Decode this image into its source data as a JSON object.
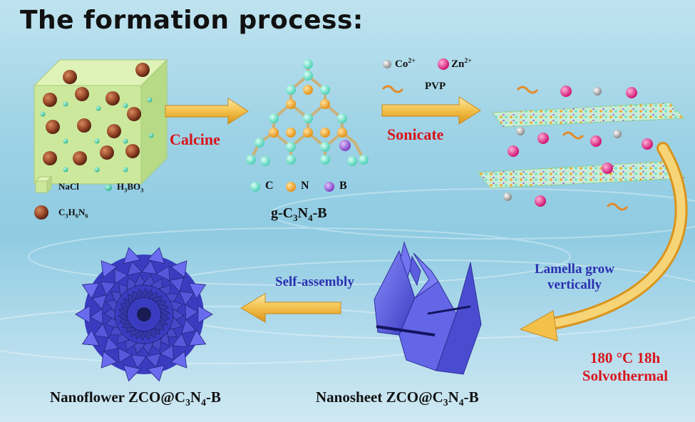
{
  "title": "The formation process:",
  "steps": {
    "calcine": "Calcine",
    "sonicate": "Sonicate",
    "self_assembly": "Self-assembly",
    "lamella_line1": "Lamella grow",
    "lamella_line2": "vertically",
    "solvo_line1": "180 °C 18h",
    "solvo_line2": "Solvothermal"
  },
  "legend_left": {
    "nacl": "NaCl",
    "h3bo3": {
      "main": "H",
      "sub1": "3",
      "mid": "BO",
      "sub2": "3"
    },
    "melamine": {
      "c": "C",
      "c_sub": "3",
      "h": "H",
      "h_sub": "6",
      "n": "N",
      "n_sub": "6"
    }
  },
  "legend_atoms": {
    "c": "C",
    "n": "N",
    "b": "B"
  },
  "material_gcn": {
    "pre": "g-C",
    "s1": "3",
    "mid": "N",
    "s2": "4",
    "post": "-B"
  },
  "ions": {
    "co": "Co",
    "co_sup": "2+",
    "zn": "Zn",
    "zn_sup": "2+",
    "pvp": "PVP"
  },
  "nanosheet": {
    "pre": "Nanosheet ZCO@C",
    "s1": "3",
    "mid": "N",
    "s2": "4",
    "post": "-B"
  },
  "nanoflower": {
    "pre": "Nanoflower ZCO@C",
    "s1": "3",
    "mid": "N",
    "s2": "4",
    "post": "-B"
  },
  "colors": {
    "red_text": "#d8141c",
    "blue_text": "#2a2fb0",
    "arrow": "#f0c24a",
    "cube": "#c9e89a",
    "sphere": "#9a4a2a",
    "carbon": "#6fe0c8",
    "nitrogen": "#f2a52a",
    "boron": "#9a5ad6",
    "zn": "#e8308a",
    "nano": "#5b5ee0"
  }
}
